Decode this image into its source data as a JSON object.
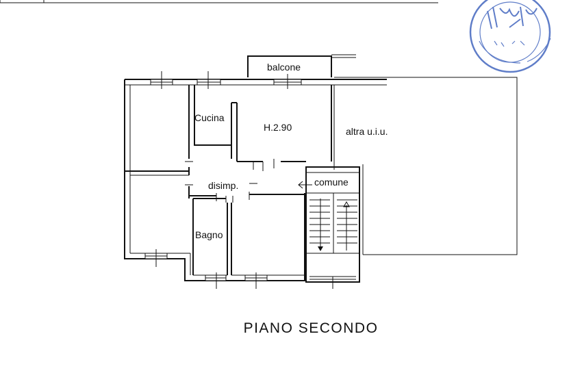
{
  "plan": {
    "title": "PIANO SECONDO",
    "rooms": {
      "balcone": "balcone",
      "cucina": "Cucina",
      "height": "H.2.90",
      "altra": "altra u.i.u.",
      "disimpegno": "disimp.",
      "comune": "comune",
      "bagno": "Bagno"
    }
  },
  "stamp": {
    "color": "#5f7dc8"
  },
  "colors": {
    "line": "#111111",
    "background": "#ffffff"
  }
}
